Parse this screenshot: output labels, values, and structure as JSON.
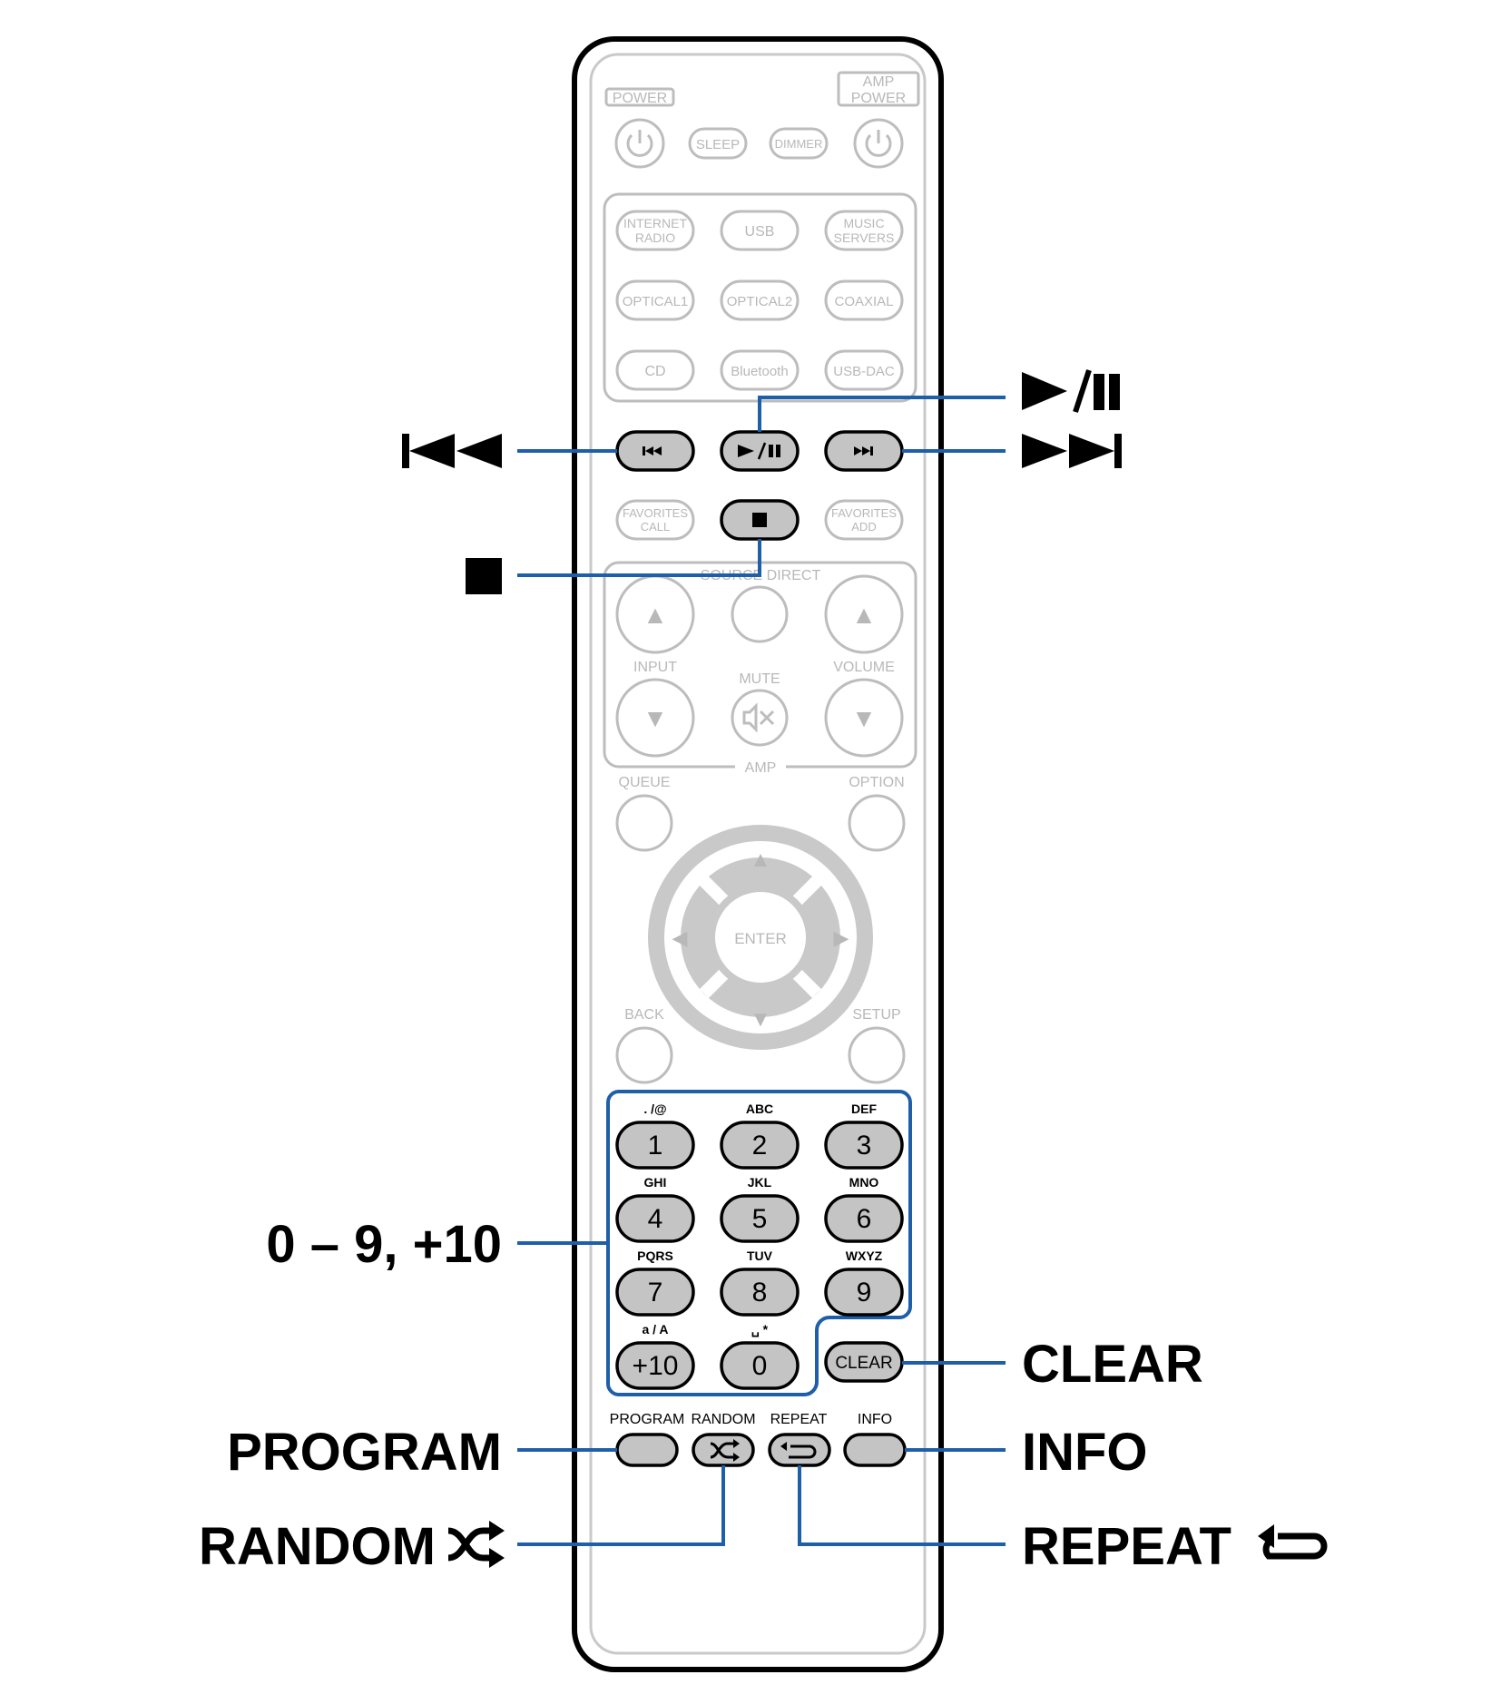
{
  "top": {
    "power": "POWER",
    "amp_power_1": "AMP",
    "amp_power_2": "POWER",
    "sleep": "SLEEP",
    "dimmer": "DIMMER"
  },
  "sources": {
    "internet_radio_1": "INTERNET",
    "internet_radio_2": "RADIO",
    "usb": "USB",
    "music_servers_1": "MUSIC",
    "music_servers_2": "SERVERS",
    "optical1": "OPTICAL1",
    "optical2": "OPTICAL2",
    "coaxial": "COAXIAL",
    "cd": "CD",
    "bluetooth": "Bluetooth",
    "usb_dac": "USB-DAC"
  },
  "transport": {
    "prev": "⏮",
    "play_pause": "►/❚❚",
    "next": "⏭",
    "stop": "■",
    "favorites_call_1": "FAVORITES",
    "favorites_call_2": "CALL",
    "favorites_add_1": "FAVORITES",
    "favorites_add_2": "ADD"
  },
  "amp": {
    "source_direct": "SOURCE DIRECT",
    "input": "INPUT",
    "mute": "MUTE",
    "volume": "VOLUME",
    "amp": "AMP",
    "up": "▲",
    "down": "▼"
  },
  "nav": {
    "queue": "QUEUE",
    "option": "OPTION",
    "enter": "ENTER",
    "back": "BACK",
    "setup": "SETUP",
    "up": "▲",
    "down": "▼",
    "left": "◀",
    "right": "▶"
  },
  "keypad": {
    "keys": [
      {
        "sub": ". /@",
        "num": "1"
      },
      {
        "sub": "ABC",
        "num": "2"
      },
      {
        "sub": "DEF",
        "num": "3"
      },
      {
        "sub": "GHI",
        "num": "4"
      },
      {
        "sub": "JKL",
        "num": "5"
      },
      {
        "sub": "MNO",
        "num": "6"
      },
      {
        "sub": "PQRS",
        "num": "7"
      },
      {
        "sub": "TUV",
        "num": "8"
      },
      {
        "sub": "WXYZ",
        "num": "9"
      },
      {
        "sub": "a / A",
        "num": "+10"
      },
      {
        "sub": "␣ *",
        "num": "0"
      }
    ],
    "clear": "CLEAR"
  },
  "bottom": {
    "program": "PROGRAM",
    "random": "RANDOM",
    "repeat": "REPEAT",
    "info": "INFO"
  },
  "callouts": {
    "play_pause": "►/❚❚",
    "prev": "⏮",
    "next": "⏭",
    "stop": "■",
    "digits": "0 – 9, +10",
    "clear": "CLEAR",
    "program": "PROGRAM",
    "info": "INFO",
    "random": "RANDOM",
    "repeat": "REPEAT"
  }
}
